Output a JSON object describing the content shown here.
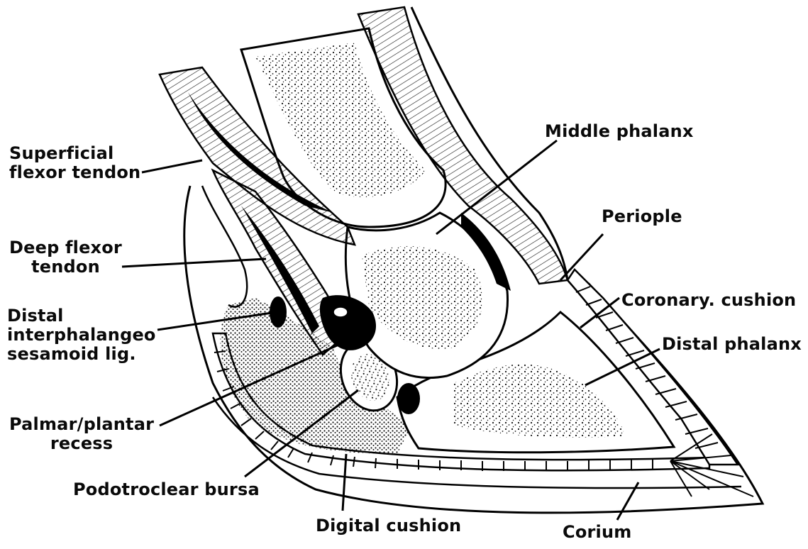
{
  "diagram": {
    "labels": {
      "superficial_flexor_tendon": [
        "Superficial",
        "flexor tendon"
      ],
      "deep_flexor_tendon": [
        "Deep flexor",
        "tendon"
      ],
      "distal_interphalangeo_sesamoid_lig": [
        "Distal",
        "interphalangeo",
        "sesamoid lig."
      ],
      "palmar_plantar_recess": [
        "Palmar/plantar",
        "recess"
      ],
      "podotroclear_bursa": "Podotroclear bursa",
      "digital_cushion": "Digital cushion",
      "corium": "Corium",
      "middle_phalanx": "Middle phalanx",
      "periople": "Periople",
      "coronary_cushion": "Coronary. cushion",
      "distal_phalanx": "Distal phalanx"
    }
  }
}
